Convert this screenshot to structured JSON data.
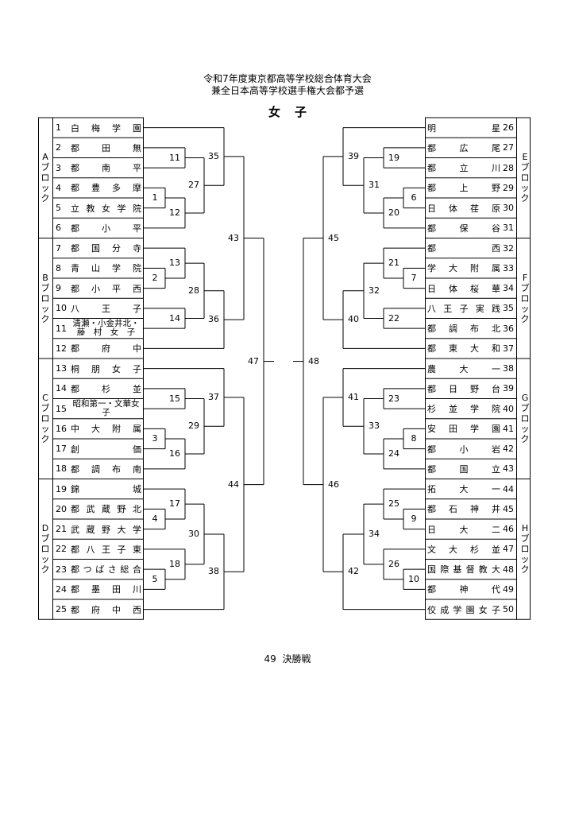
{
  "header": {
    "title_line1": "令和7年度東京都高等学校総合体育大会",
    "title_line2": "兼全日本高等学校選手権大会都予選",
    "subtitle": "女子"
  },
  "left_teams": [
    {
      "num": "1",
      "name": "白梅学園"
    },
    {
      "num": "2",
      "name": "都田無"
    },
    {
      "num": "3",
      "name": "都南平"
    },
    {
      "num": "4",
      "name": "都豊多摩"
    },
    {
      "num": "5",
      "name": "立教女学院"
    },
    {
      "num": "6",
      "name": "都小平"
    },
    {
      "num": "7",
      "name": "都国分寺"
    },
    {
      "num": "8",
      "name": "青山学院"
    },
    {
      "num": "9",
      "name": "都小平西"
    },
    {
      "num": "10",
      "name": "八王子"
    },
    {
      "num": "11",
      "name": "清瀬・小金井北・藤村女子",
      "multi": [
        "清瀬・小金井北・",
        "藤　村　女　子"
      ]
    },
    {
      "num": "12",
      "name": "都府中"
    },
    {
      "num": "13",
      "name": "桐朋女子"
    },
    {
      "num": "14",
      "name": "都杉並"
    },
    {
      "num": "15",
      "name": "昭和第一・文華女子",
      "multi": [
        "昭和第一・文華女",
        "子"
      ]
    },
    {
      "num": "16",
      "name": "中大附属"
    },
    {
      "num": "17",
      "name": "創価"
    },
    {
      "num": "18",
      "name": "都調布南"
    },
    {
      "num": "19",
      "name": "錦城"
    },
    {
      "num": "20",
      "name": "都武蔵野北"
    },
    {
      "num": "21",
      "name": "武蔵野大学"
    },
    {
      "num": "22",
      "name": "都八王子東"
    },
    {
      "num": "23",
      "name": "都つばさ総合"
    },
    {
      "num": "24",
      "name": "都墨田川"
    },
    {
      "num": "25",
      "name": "都府中西"
    }
  ],
  "right_teams": [
    {
      "num": "26",
      "name": "明星"
    },
    {
      "num": "27",
      "name": "都広尾"
    },
    {
      "num": "28",
      "name": "都立川"
    },
    {
      "num": "29",
      "name": "都上野"
    },
    {
      "num": "30",
      "name": "日体荏原"
    },
    {
      "num": "31",
      "name": "都保谷"
    },
    {
      "num": "32",
      "name": "都西"
    },
    {
      "num": "33",
      "name": "学大附属"
    },
    {
      "num": "34",
      "name": "日体桜華"
    },
    {
      "num": "35",
      "name": "八王子実践"
    },
    {
      "num": "36",
      "name": "都調布北"
    },
    {
      "num": "37",
      "name": "都東大和"
    },
    {
      "num": "38",
      "name": "農大一"
    },
    {
      "num": "39",
      "name": "都日野台"
    },
    {
      "num": "40",
      "name": "杉並学院"
    },
    {
      "num": "41",
      "name": "安田学園"
    },
    {
      "num": "42",
      "name": "都小岩"
    },
    {
      "num": "43",
      "name": "都国立"
    },
    {
      "num": "44",
      "name": "拓大一"
    },
    {
      "num": "45",
      "name": "都石神井"
    },
    {
      "num": "46",
      "name": "日大二"
    },
    {
      "num": "47",
      "name": "文大杉並"
    },
    {
      "num": "48",
      "name": "国際基督教大"
    },
    {
      "num": "49",
      "name": "都神代"
    },
    {
      "num": "50",
      "name": "佼成学園女子"
    }
  ],
  "blocks": {
    "A": [
      "A",
      "ブ",
      "ロ",
      "ッ",
      "ク"
    ],
    "B": [
      "B",
      "ブ",
      "ロ",
      "ッ",
      "ク"
    ],
    "C": [
      "C",
      "ブ",
      "ロ",
      "ッ",
      "ク"
    ],
    "D": [
      "D",
      "ブ",
      "ロ",
      "ッ",
      "ク"
    ],
    "E": [
      "E",
      "ブ",
      "ロ",
      "ッ",
      "ク"
    ],
    "F": [
      "F",
      "ブ",
      "ロ",
      "ッ",
      "ク"
    ],
    "G": [
      "G",
      "ブ",
      "ロ",
      "ッ",
      "ク"
    ],
    "H": [
      "H",
      "ブ",
      "ロ",
      "ッ",
      "ク"
    ]
  },
  "matches": {
    "m1": "1",
    "m2": "2",
    "m3": "3",
    "m4": "4",
    "m5": "5",
    "m6": "6",
    "m7": "7",
    "m8": "8",
    "m9": "9",
    "m10": "10",
    "m11": "11",
    "m12": "12",
    "m13": "13",
    "m14": "14",
    "m15": "15",
    "m16": "16",
    "m17": "17",
    "m18": "18",
    "m19": "19",
    "m20": "20",
    "m21": "21",
    "m22": "22",
    "m23": "23",
    "m24": "24",
    "m25": "25",
    "m26": "26",
    "m27": "27",
    "m28": "28",
    "m29": "29",
    "m30": "30",
    "m31": "31",
    "m32": "32",
    "m33": "33",
    "m34": "34",
    "m35": "35",
    "m36": "36",
    "m37": "37",
    "m38": "38",
    "m39": "39",
    "m40": "40",
    "m41": "41",
    "m42": "42",
    "m43": "43",
    "m44": "44",
    "m45": "45",
    "m46": "46",
    "m47": "47",
    "m48": "48"
  },
  "final": {
    "num": "49",
    "label": "決勝戦"
  }
}
